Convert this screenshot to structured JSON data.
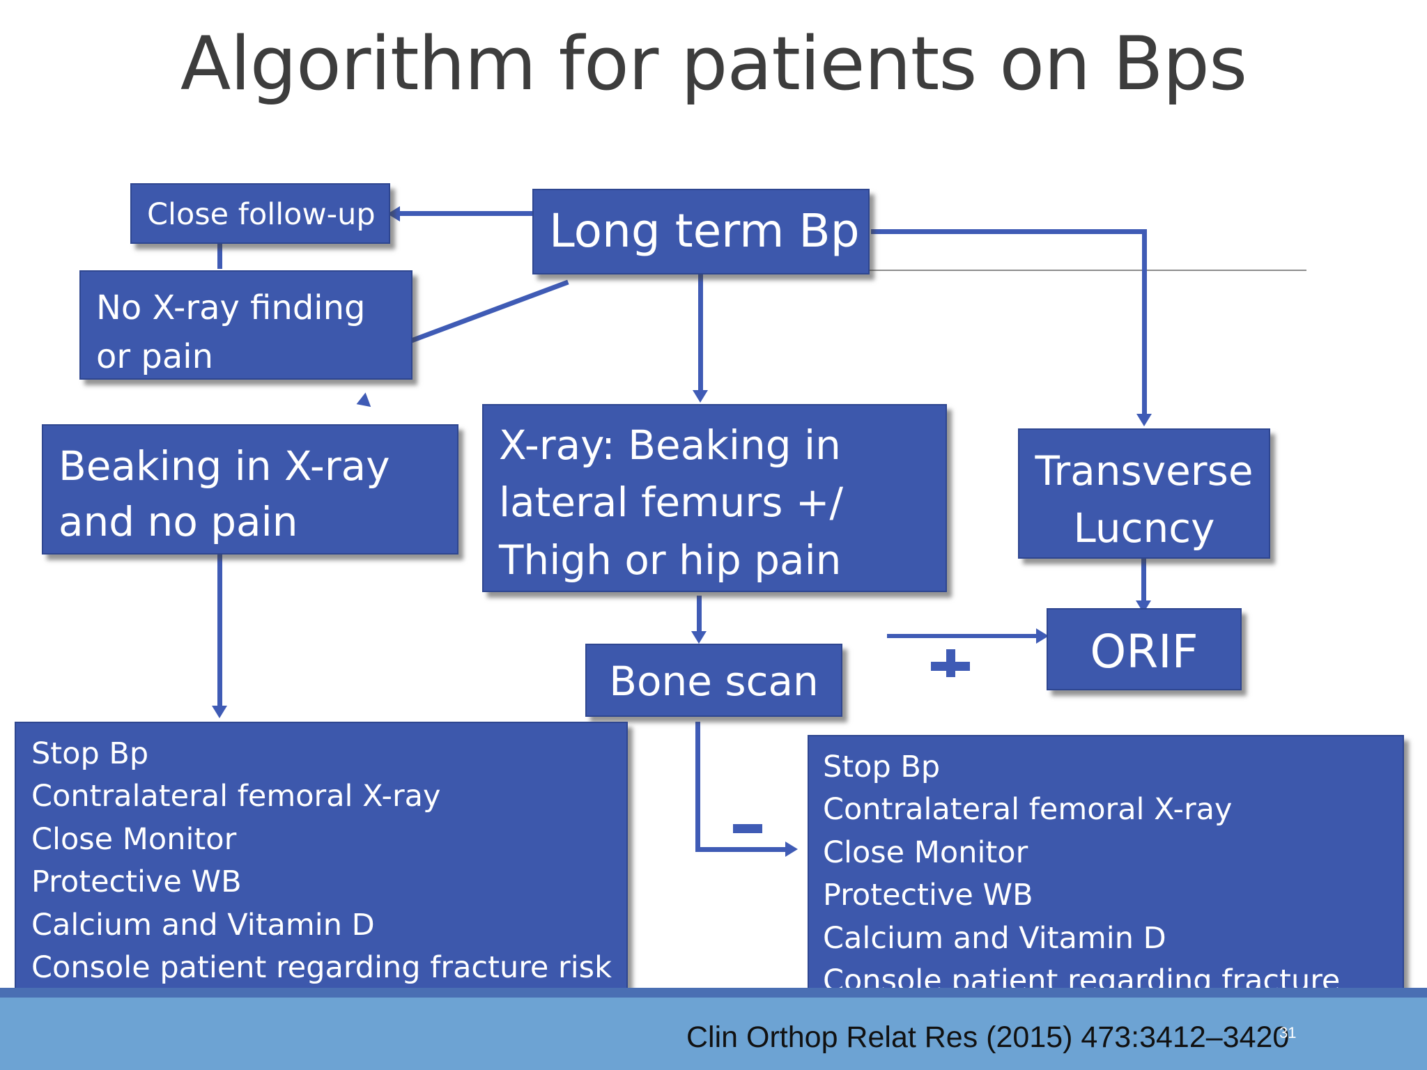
{
  "title": "Algorithm for patients on Bps",
  "boxes": {
    "long_term": "Long term Bp",
    "close_followup": "Close follow-up",
    "no_xray": [
      "No X-ray finding",
      "or pain"
    ],
    "beaking_no_pain": [
      "Beaking in X-ray",
      "and  no pain"
    ],
    "xray_beaking": [
      "X-ray: Beaking in",
      "lateral femurs  +/",
      "Thigh or hip pain"
    ],
    "transverse": [
      "Transverse",
      "Lucncy"
    ],
    "bone_scan": "Bone scan",
    "orif": "ORIF",
    "left_plan": [
      "Stop Bp",
      "Contralateral femoral X-ray",
      "Close Monitor",
      "Protective WB",
      "Calcium and Vitamin D",
      "Console patient regarding fracture risk"
    ],
    "right_plan": [
      "Stop Bp",
      "Contralateral femoral X-ray",
      "Close Monitor",
      "Protective WB",
      "Calcium and Vitamin D",
      "Console patient regarding fracture risk"
    ]
  },
  "signs": {
    "positive": "plus",
    "negative": "minus"
  },
  "footer": {
    "citation": "Clin Orthop Relat Res (2015) 473:3412–3420",
    "page": "31"
  },
  "colors": {
    "box": "#3d58ac",
    "connector": "#3f5bb5",
    "footer": "#6da3d3"
  }
}
